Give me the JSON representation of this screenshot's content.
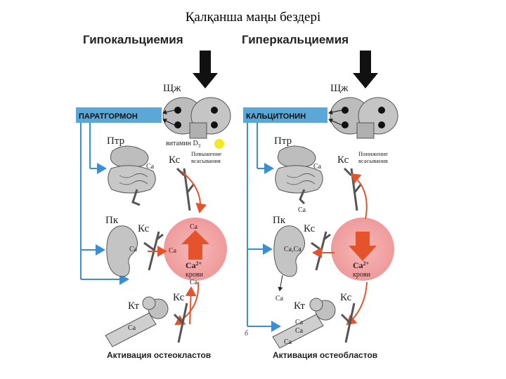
{
  "title": "Қалқанша маңы бездері",
  "panels": {
    "left": {
      "heading": "Гипокальциемия",
      "gland": "Щж",
      "hormone": "ПАРАТГОРМОН",
      "intestine": "Птр",
      "vitamin": "витамин D",
      "vitamin_sub": "3",
      "absorption_note_1": "Повышение",
      "absorption_note_2": "всасывания",
      "vessel_1": "Кс",
      "kidney": "Пк",
      "vessel_2": "Кс",
      "bone": "Кт",
      "vessel_3": "Кс",
      "ca_intestine": "Ca",
      "ca_kidney": "Ca",
      "ca_bone": "Ca",
      "ca_top": "Ca",
      "ca_mid": "Ca",
      "blood_ca": "Ca",
      "blood_sup": "2+",
      "blood_word": "крови",
      "blood_bottom": "Ca",
      "footer": "Активация  остеокластов"
    },
    "right": {
      "heading": "Гиперкальциемия",
      "gland": "Щж",
      "hormone": "КАЛЬЦИТОНИН",
      "intestine": "Птр",
      "absorption_note_1": "Понижение",
      "absorption_note_2": "всасывания",
      "vessel_1": "Кс",
      "kidney": "Пк",
      "vessel_2": "Кс",
      "bone": "Кт",
      "vessel_3": "Кс",
      "ca_intestine": "Ca",
      "ca_intestine_out": "Ca",
      "ca_kidney": "Ca,Ca",
      "ca_kidney_out": "Ca",
      "ca_bone_1": "Ca",
      "ca_bone_2": "Ca",
      "ca_bone_3": "Ca",
      "blood_ca": "Ca",
      "blood_sup": "2+",
      "blood_word": "крови",
      "footer": "Активация  остеобластов",
      "letter": "б"
    }
  },
  "colors": {
    "hormone_box": "#5ba8d8",
    "blood_circle": "#f3a3a3",
    "arrow_red": "#e5532d",
    "line_blue": "#3b8fd0",
    "vitamin_dot": "#f2ea1c"
  }
}
